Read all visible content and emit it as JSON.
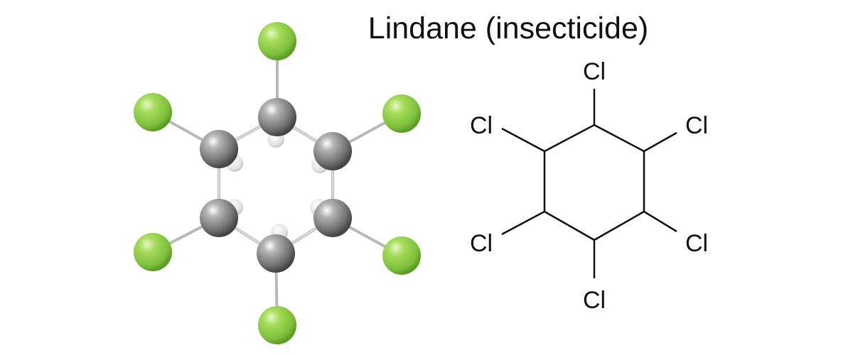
{
  "title": "Lindane (insecticide)",
  "structural_formula": {
    "substituent_label": "Cl",
    "labels": [
      "Cl",
      "Cl",
      "Cl",
      "Cl",
      "Cl",
      "Cl"
    ]
  },
  "ball_and_stick": {
    "carbon_color": "#7a7a7a",
    "chlorine_color": "#8dcb45",
    "hydrogen_color": "#e6e6e6",
    "bond_color": "#b9b9b9"
  }
}
